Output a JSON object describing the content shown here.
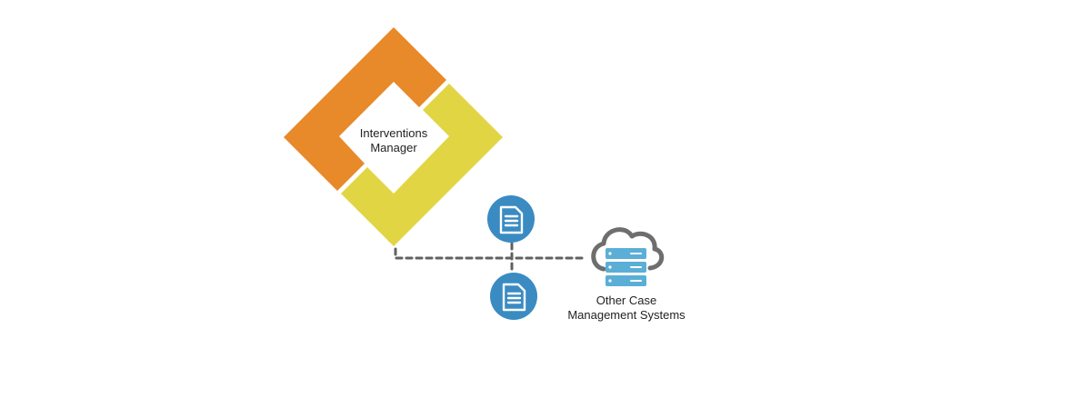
{
  "logo": {
    "title_line1": "Interventions",
    "title_line2": "Manager",
    "colors": {
      "orange": "#E8892A",
      "yellow": "#E2D544"
    }
  },
  "connector": {
    "color": "#616161",
    "style": "dashed"
  },
  "documents": [
    {
      "icon": "document-icon",
      "color": "#3A8BC2"
    },
    {
      "icon": "document-icon",
      "color": "#3A8BC2"
    }
  ],
  "external_system": {
    "icon": "cloud-server-icon",
    "label_line1": "Other Case",
    "label_line2": "Management Systems",
    "colors": {
      "cloud_outline": "#6E6E6E",
      "server": "#5BAFD6"
    }
  }
}
